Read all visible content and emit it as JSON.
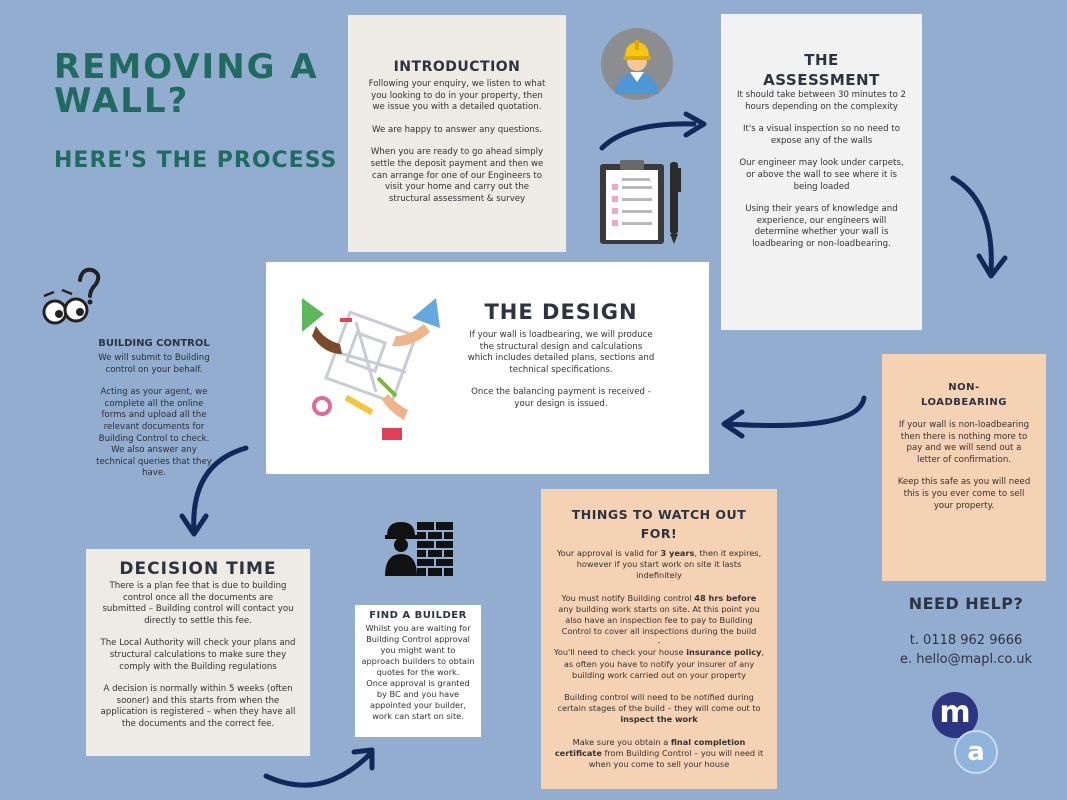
{
  "header": {
    "title_line1": "REMOVING A",
    "title_line2": "WALL?",
    "subtitle": "HERE'S THE PROCESS"
  },
  "introduction": {
    "title": "INTRODUCTION",
    "p1": "Following your enquiry, we listen to what you looking to do in your property, then we issue you with a detailed quotation.",
    "p2": "We are happy to answer any questions.",
    "p3": "When you are ready to go ahead simply settle the deposit payment and then we can arrange for one of our Engineers to visit your home and carry out the structural assessment & survey"
  },
  "assessment": {
    "title_line1": "THE",
    "title_line2": "ASSESSMENT",
    "p1": "It should take between 30 minutes to 2 hours depending on the complexity",
    "p2": "It's a visual inspection so no need to expose any of the walls",
    "p3": "Our engineer may look under carpets, or above the wall to see where it is being loaded",
    "p4": "Using their years of knowledge and experience, our engineers will determine whether your wall is loadbearing or non-loadbearing."
  },
  "design": {
    "title": "THE DESIGN",
    "p1": "If your wall is loadbearing, we will produce the structural design and calculations which includes detailed plans, sections and technical specifications.",
    "p2": "Once the balancing payment is received - your design is issued."
  },
  "non_loadbearing": {
    "title_line1": "NON-",
    "title_line2": "LOADBEARING",
    "p1": "If your wall is non-loadbearing then there is nothing more to pay and we will send out a letter of confirmation.",
    "p2": "Keep this safe as you will need this is you ever come to sell your property."
  },
  "building_control": {
    "title": "BUILDING CONTROL",
    "p1": "We will submit to Building control on your behalf.",
    "p2": "Acting as your agent, we complete all the online forms and upload all the relevant documents for Building Control to check. We also answer any technical queries that they have."
  },
  "decision": {
    "title": "DECISION TIME",
    "p1": "There is a plan fee that is due to building control once all the documents are submitted – Building control will contact you directly to settle this fee.",
    "p2": "The Local Authority will check your plans and structural calculations to make sure they comply with the Building regulations",
    "p3": "A decision is normally within 5 weeks (often sooner) and this starts from when the application is registered – when they have all the documents and the correct fee."
  },
  "builder": {
    "title": "FIND A BUILDER",
    "p1": "Whilst you are waiting for Building Control approval you might want to approach builders to obtain quotes for the work.",
    "p2": "Once approval is granted by BC and you have appointed your builder, work can start on site."
  },
  "watch_out": {
    "title_line1": "THINGS TO WATCH OUT",
    "title_line2": "FOR!",
    "p1_a": "Your approval is valid for ",
    "p1_b": "3 years",
    "p1_c": ", then it expires, however if you start work on site it lasts indefinitely",
    "p2_a": "You must notify Building control ",
    "p2_b": "48 hrs before",
    "p2_c": " any building work starts on site. At this point you also have an inspection fee to pay to Building Control to cover all inspections during the build",
    "dash": "-",
    "p3_a": "You'll need to check your house ",
    "p3_b": "insurance policy",
    "p3_c": ", as often you have to notify your insurer of any building work carried out on your property",
    "p4_a": "Building control will need to be notified during certain stages of the build – they will come out to ",
    "p4_b": "inspect the work",
    "p5_a": "Make sure you obtain a ",
    "p5_b": "final completion certificate",
    "p5_c": " from Building Control – you will need it when you come to sell your house"
  },
  "help": {
    "title": "NEED HELP?",
    "phone": "t. 0118 962 9666",
    "email": "e. hello@mapl.co.uk"
  },
  "logo": {
    "letter1": "m",
    "letter2": "a"
  },
  "colors": {
    "background": "#93add0",
    "title_green": "#1f6b5f",
    "arrow_navy": "#13285a",
    "peach": "#f6d2b5",
    "logo_navy": "#2b3580",
    "logo_blue": "#8eb4dc"
  }
}
